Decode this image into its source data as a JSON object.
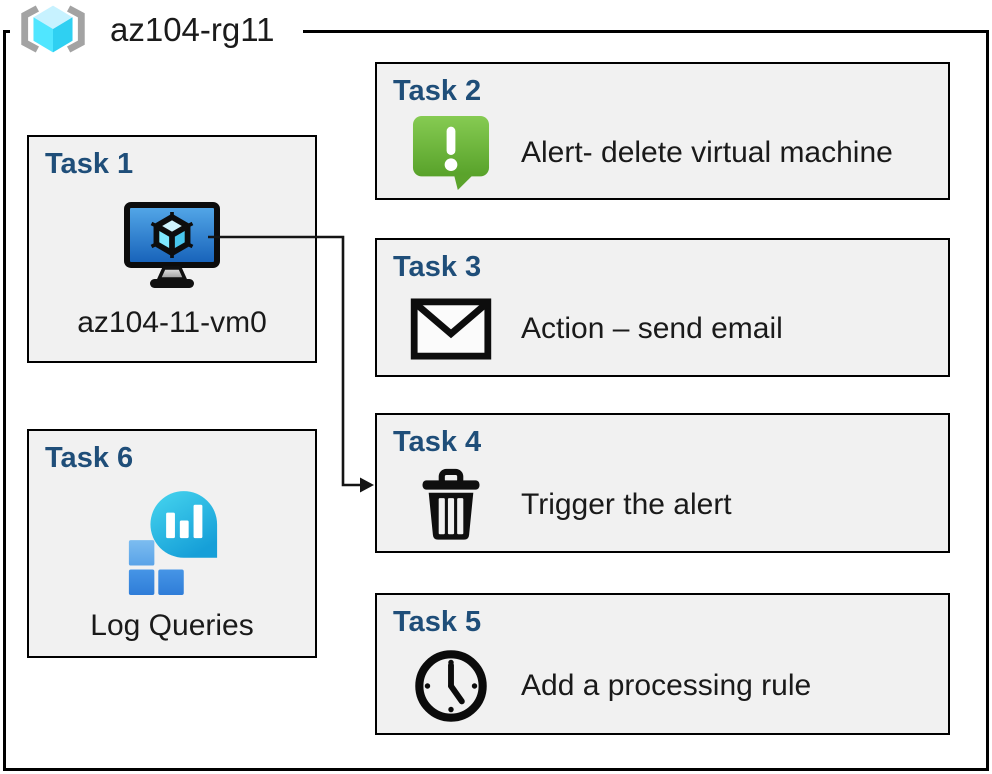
{
  "diagram": {
    "resource_group": {
      "label": "az104-rg11",
      "icon": "resource-group-icon"
    },
    "tasks": [
      {
        "id": "task1",
        "title": "Task 1",
        "label": "az104-11-vm0",
        "icon": "virtual-machine-icon"
      },
      {
        "id": "task2",
        "title": "Task 2",
        "label": "Alert- delete virtual machine",
        "icon": "alert-icon"
      },
      {
        "id": "task3",
        "title": "Task 3",
        "label": "Action – send email",
        "icon": "email-icon"
      },
      {
        "id": "task4",
        "title": "Task 4",
        "label": "Trigger the alert",
        "icon": "trash-icon"
      },
      {
        "id": "task5",
        "title": "Task 5",
        "label": "Add a processing rule",
        "icon": "clock-icon"
      },
      {
        "id": "task6",
        "title": "Task 6",
        "label": "Log Queries",
        "icon": "log-analytics-icon"
      }
    ],
    "connector": {
      "from": "task1",
      "to": "task4",
      "style": "elbow-arrow"
    },
    "colors": {
      "title_navy": "#1f4e79",
      "box_fill": "#f1f1f1",
      "border_black": "#000000",
      "alert_green": "#69b53c",
      "vm_screen_blue": "#2677cf",
      "cube_cyan": "#50e6ff",
      "log_balloon_teal": "#22b8e0",
      "log_square_blue": "#2f7dd8",
      "bracket_gray": "#a3a3a3"
    }
  }
}
